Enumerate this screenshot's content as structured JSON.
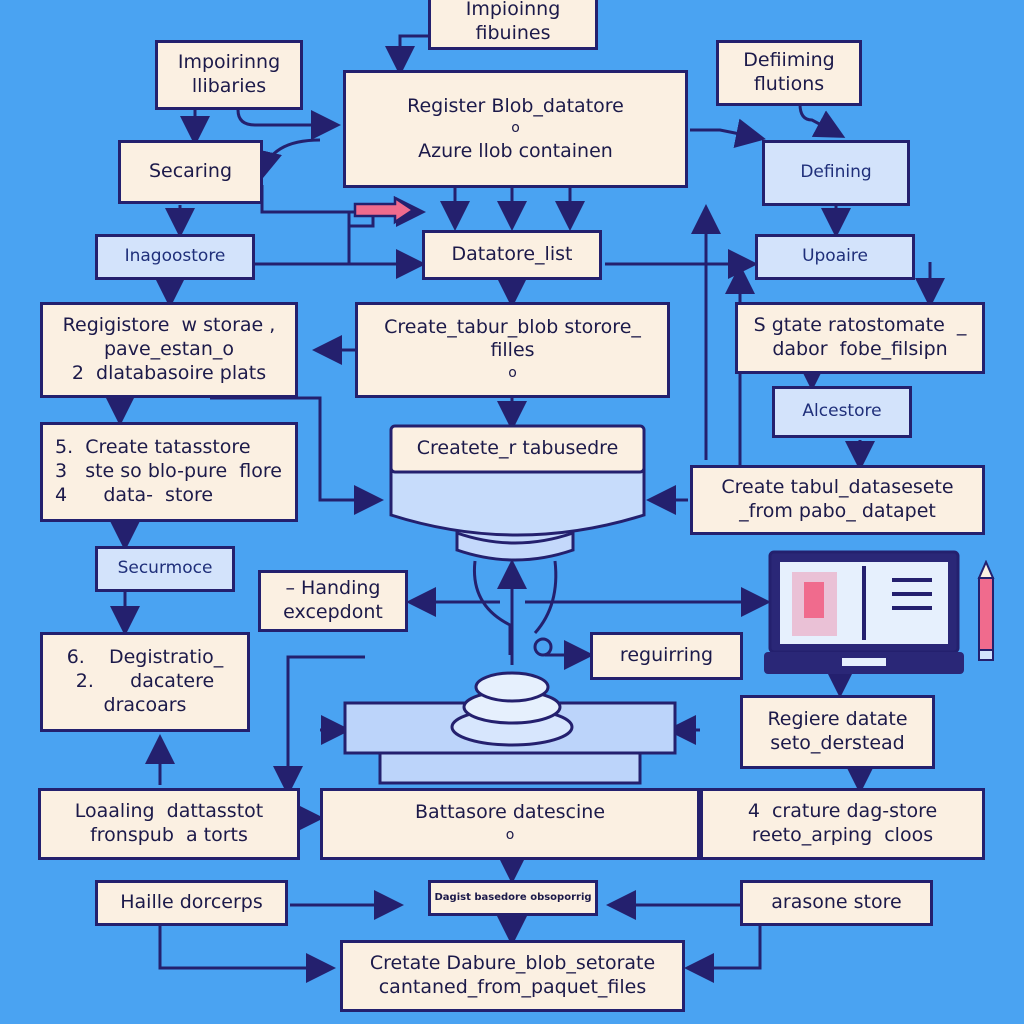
{
  "nodes": {
    "top": [
      "Impioinng",
      "fibuines"
    ],
    "importing": [
      "Impoirinng",
      "llibaries"
    ],
    "defining_funcs": [
      "Defiiming",
      "flutions"
    ],
    "register_blob": [
      "Register Blob_datatore",
      "o",
      "Azure llob containen"
    ],
    "securing": "Secaring",
    "defining": "Defining",
    "imagostore": "Inagoostore",
    "datastore_list": "Datatore_list",
    "upoare": "Upoaire",
    "registore_list": [
      "Regigistore  w storae ,",
      "pave_estan_o",
      "2  dlatabasoire plats"
    ],
    "create_tabur": [
      "Create_tabur_blob storore_",
      "filles",
      "o"
    ],
    "state_auto": [
      "S gtate ratostomate  _",
      "dabor  fobe_filsipn"
    ],
    "alcestore": "Alcestore",
    "create_tata": [
      "5.  Create tatasstore",
      "3   ste so blo-pure  flore",
      "4      data-  store"
    ],
    "create_tabusedre": "Createte_r tabusedre",
    "create_tabul_dataset": [
      "Create tabul_datasesete",
      "_from pabo_ datapet"
    ],
    "securmoce": "Securmoce",
    "handing": [
      "– Handing",
      "excepdont"
    ],
    "degistratio": [
      "6.    Degistratio_",
      "2.      dacatere",
      "dracoars"
    ],
    "reguirring": "reguirring",
    "regiere_datate": [
      "Regiere datate",
      "seto_derstead"
    ],
    "loading": [
      "Loaaling  dattasstot",
      "fronspub  a torts"
    ],
    "battasore": [
      "Battasore datescine",
      "o"
    ],
    "crature": [
      "4  crature dag-store",
      "reeto_arping  cloos"
    ],
    "halle": "Haille dorcerps",
    "small_label": "Dagist basedore obsoporrig",
    "arasone": "arasone store",
    "create_dabure": [
      "Cretate Dabure_blob_setorate",
      "cantaned_from_paquet_files"
    ]
  },
  "icon_names": [
    "database-icon",
    "laptop-icon",
    "pencil-icon",
    "flag-arrow-icon"
  ],
  "colors": {
    "background": "#4aa3f2",
    "box_fill": "#fbf0e2",
    "box_blue_fill": "#d3e3fb",
    "line": "#24206e",
    "accent_pink": "#f06b8d"
  }
}
